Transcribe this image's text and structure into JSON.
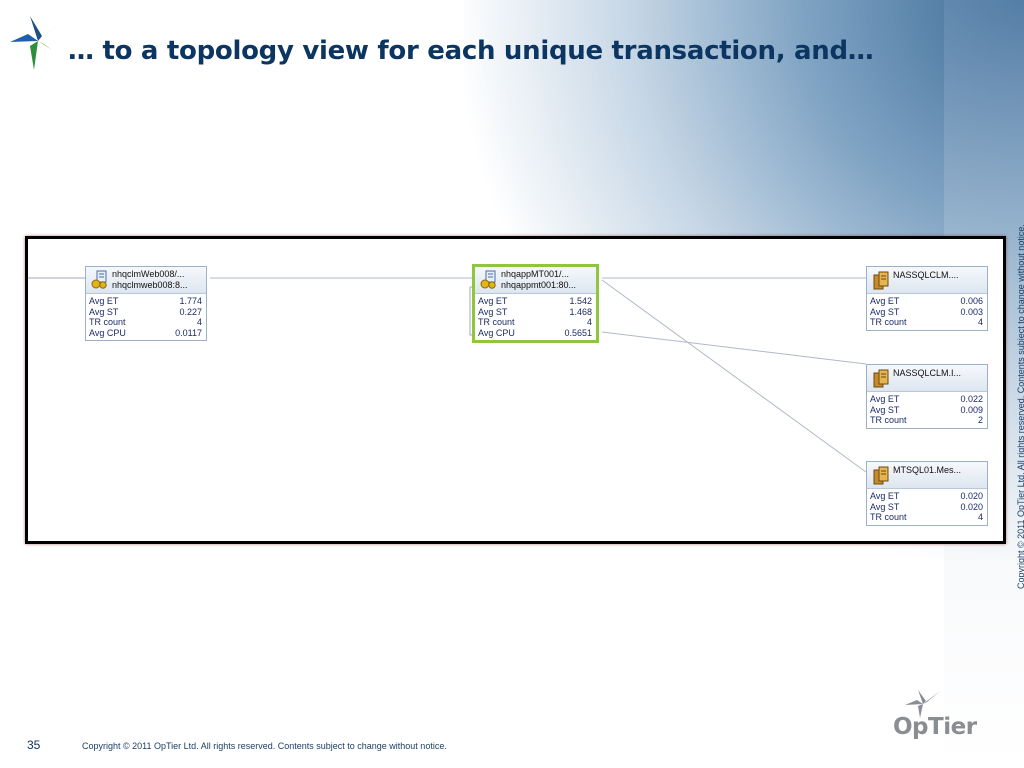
{
  "slide": {
    "title": "… to a topology view for each unique transaction, and…",
    "page_number": "35",
    "footer_copyright": "Copyright ©  2011 OpTier  Ltd. All rights reserved. Contents subject to change without notice.",
    "side_copyright": "Copyright ©  2011 OpTier  Ltd. All rights reserved. Contents subject to change without notice.",
    "brand": "OpTier"
  },
  "topology": {
    "nodes": [
      {
        "id": "web",
        "name": "nhqclmWeb008/...",
        "name2": "nhqclmweb008:8...",
        "icon": "app-server-icon",
        "selected": false,
        "metrics": [
          {
            "label": "Avg ET",
            "value": "1.774"
          },
          {
            "label": "Avg ST",
            "value": "0.227"
          },
          {
            "label": "TR count",
            "value": "4"
          },
          {
            "label": "Avg CPU",
            "value": "0.0117"
          }
        ]
      },
      {
        "id": "app",
        "name": "nhqappMT001/...",
        "name2": "nhqappmt001:80...",
        "icon": "app-server-icon",
        "selected": true,
        "metrics": [
          {
            "label": "Avg ET",
            "value": "1.542"
          },
          {
            "label": "Avg ST",
            "value": "1.468"
          },
          {
            "label": "TR count",
            "value": "4"
          },
          {
            "label": "Avg CPU",
            "value": "0.5651"
          }
        ]
      },
      {
        "id": "db1",
        "name": "NASSQLCLM....",
        "name2": "",
        "icon": "database-server-icon",
        "selected": false,
        "metrics": [
          {
            "label": "Avg ET",
            "value": "0.006"
          },
          {
            "label": "Avg ST",
            "value": "0.003"
          },
          {
            "label": "TR count",
            "value": "4"
          }
        ]
      },
      {
        "id": "db2",
        "name": "NASSQLCLM.I...",
        "name2": "",
        "icon": "database-server-icon",
        "selected": false,
        "metrics": [
          {
            "label": "Avg ET",
            "value": "0.022"
          },
          {
            "label": "Avg ST",
            "value": "0.009"
          },
          {
            "label": "TR count",
            "value": "2"
          }
        ]
      },
      {
        "id": "db3",
        "name": "MTSQL01.Mes...",
        "name2": "",
        "icon": "database-server-icon",
        "selected": false,
        "metrics": [
          {
            "label": "Avg ET",
            "value": "0.020"
          },
          {
            "label": "Avg ST",
            "value": "0.020"
          },
          {
            "label": "TR count",
            "value": "4"
          }
        ]
      }
    ]
  }
}
